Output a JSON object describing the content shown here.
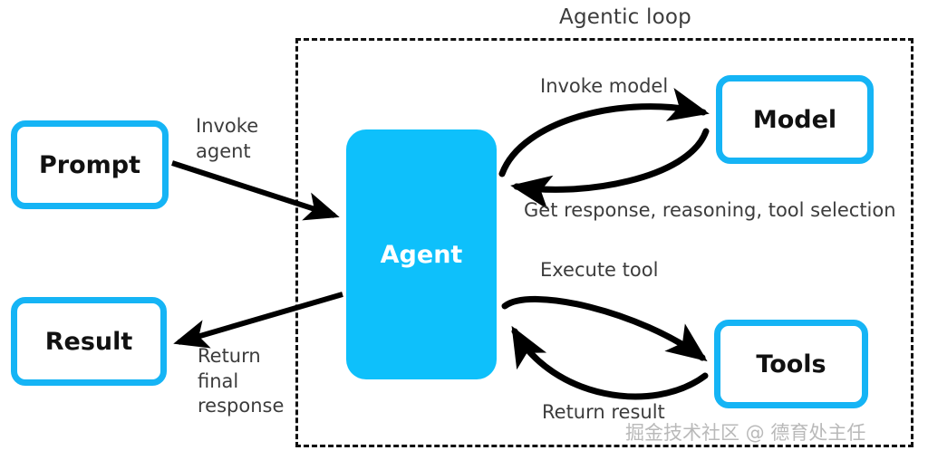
{
  "diagram": {
    "title": "Agentic loop",
    "nodes": {
      "prompt": "Prompt",
      "result": "Result",
      "agent": "Agent",
      "model": "Model",
      "tools": "Tools"
    },
    "edges": {
      "invoke_agent": "Invoke\nagent",
      "return_final_response": "Return\nfinal\nresponse",
      "invoke_model": "Invoke model",
      "get_response": "Get response, reasoning, tool selection",
      "execute_tool": "Execute tool",
      "return_result": "Return result"
    },
    "watermark": "掘金技术社区 @ 德育处主任",
    "colors": {
      "accent": "#15b4f5",
      "agent_fill": "#0ec0fb",
      "node_text": "#111111",
      "agent_text": "#ffffff",
      "label_text": "#3c3c3c",
      "loop_border": "#111111",
      "background": "#ffffff",
      "watermark": "#b9b9b9"
    }
  }
}
